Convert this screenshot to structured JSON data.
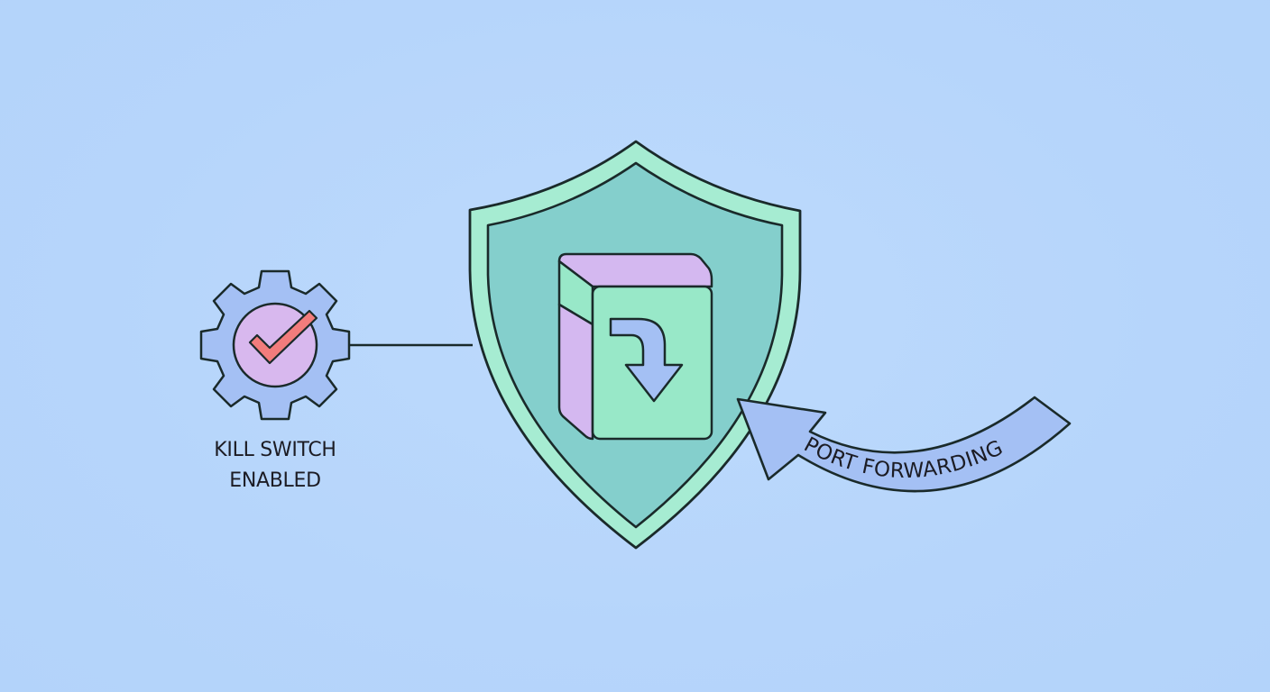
{
  "diagram": {
    "title": "VPN feature illustration",
    "kill_switch": {
      "label_line1": "KILL SWITCH",
      "label_line2": "ENABLED",
      "icon": "gear-checkmark-icon",
      "status": "enabled"
    },
    "center": {
      "icon": "shield-icon",
      "inner_icon": "box-redirect-arrow-icon"
    },
    "port_forwarding": {
      "label": "PORT FORWARDING",
      "icon": "curved-arrow-icon"
    },
    "colors": {
      "background": "#b8d7fc",
      "shield_outer": "#a6ecd2",
      "shield_inner": "#84cfcc",
      "box_front": "#98e8c8",
      "box_side": "#d4b8f0",
      "arrow_fill": "#a4c0f4",
      "gear_fill": "#a4c0f4",
      "gear_center": "#d8b8ee",
      "checkmark": "#f27c7c",
      "outline": "#1a2a2a"
    }
  }
}
